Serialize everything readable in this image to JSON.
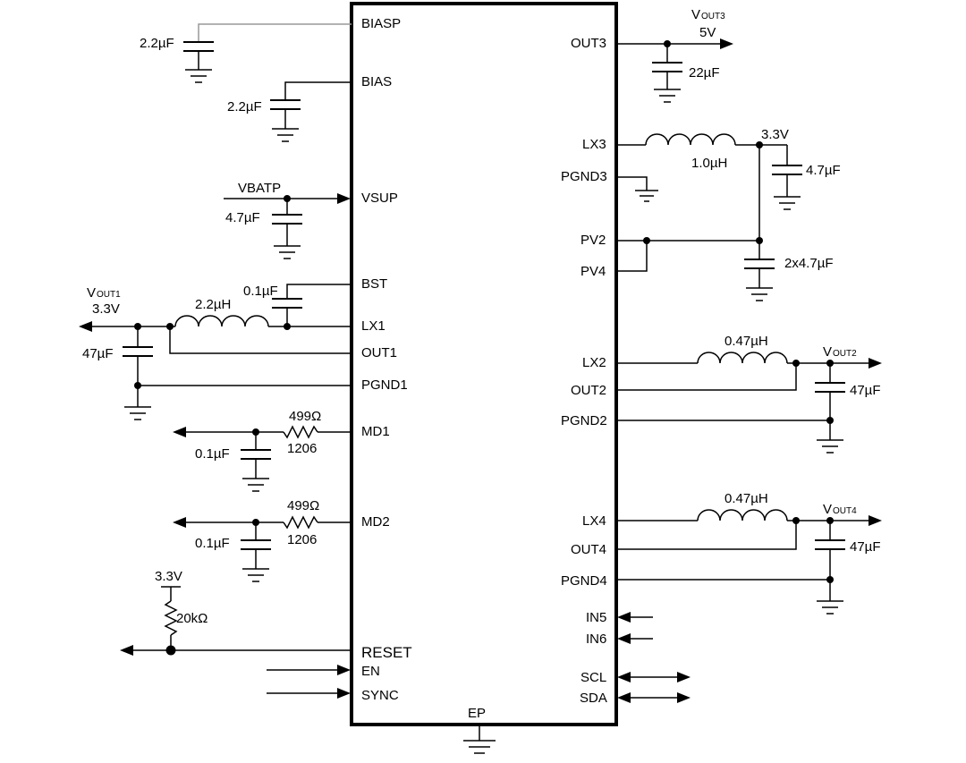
{
  "pins": {
    "left": {
      "biasp": "BIASP",
      "bias": "BIAS",
      "vsup": "VSUP",
      "bst": "BST",
      "lx1": "LX1",
      "out1": "OUT1",
      "pgnd1": "PGND1",
      "md1": "MD1",
      "md2": "MD2",
      "reset": "RESET",
      "en": "EN",
      "sync": "SYNC"
    },
    "right": {
      "out3": "OUT3",
      "lx3": "LX3",
      "pgnd3": "PGND3",
      "pv2": "PV2",
      "pv4": "PV4",
      "lx2": "LX2",
      "out2": "OUT2",
      "pgnd2": "PGND2",
      "lx4": "LX4",
      "out4": "OUT4",
      "pgnd4": "PGND4",
      "in5": "IN5",
      "in6": "IN6",
      "scl": "SCL",
      "sda": "SDA"
    },
    "bottom": {
      "ep": "EP"
    }
  },
  "components": {
    "biasp_cap": "2.2µF",
    "bias_cap": "2.2µF",
    "vsup_cap": "4.7µF",
    "bst_cap": "0.1µF",
    "l1": "2.2µH",
    "out1_cap": "47µF",
    "md1_res": "499Ω",
    "md1_res_pkg": "1206",
    "md1_cap": "0.1µF",
    "md2_res": "499Ω",
    "md2_res_pkg": "1206",
    "md2_cap": "0.1µF",
    "reset_pullup": "20kΩ",
    "out3_cap": "22µF",
    "l3": "1.0µH",
    "lx3_cap": "4.7µF",
    "pv_cap": "2x4.7µF",
    "l2": "0.47µH",
    "out2_cap": "47µF",
    "l4": "0.47µH",
    "out4_cap": "47µF"
  },
  "nets": {
    "vbatp": "VBATP",
    "vout1": {
      "v": "V",
      "sub": "OUT1",
      "value": "3.3V"
    },
    "vout3": {
      "v": "V",
      "sub": "OUT3",
      "value": "5V"
    },
    "lx3_node": "3.3V",
    "vout2": {
      "v": "V",
      "sub": "OUT2"
    },
    "vout4": {
      "v": "V",
      "sub": "OUT4"
    },
    "pullup_supply": "3.3V"
  }
}
